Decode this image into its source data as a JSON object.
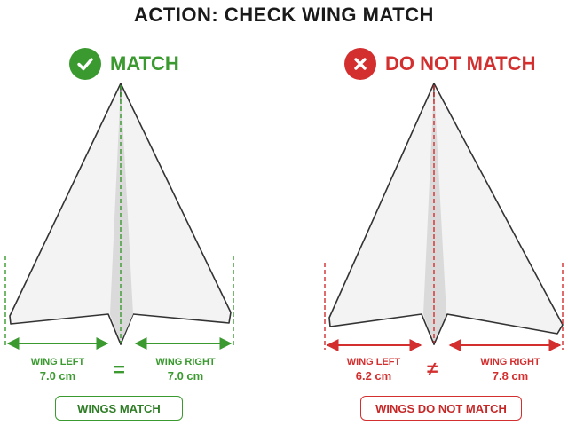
{
  "title": "ACTION: CHECK WING MATCH",
  "colors": {
    "match": "#3a9a2f",
    "mismatch": "#d32f2f",
    "outline": "#333333",
    "paper": "#f1f1f1",
    "fold": "#d9d9d9"
  },
  "left": {
    "status": "MATCH",
    "status_icon": "check-icon",
    "wing_left_label": "WING LEFT",
    "wing_left_value": "7.0 cm",
    "operator": "=",
    "wing_right_label": "WING RIGHT",
    "wing_right_value": "7.0 cm",
    "result": "WINGS MATCH"
  },
  "right": {
    "status": "DO NOT MATCH",
    "status_icon": "x-icon",
    "wing_left_label": "WING LEFT",
    "wing_left_value": "6.2 cm",
    "operator": "≠",
    "wing_right_label": "WING RIGHT",
    "wing_right_value": "7.8 cm",
    "result": "WINGS DO NOT MATCH"
  }
}
